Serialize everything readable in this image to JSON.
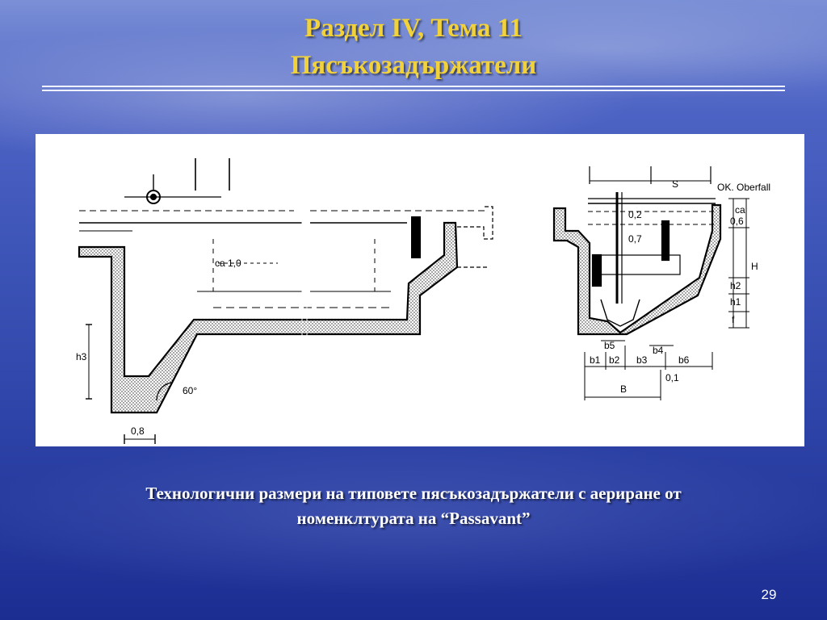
{
  "slide": {
    "title_line1": "Раздел IV, Тема 11",
    "title_line2": "Пясъкозадържатели",
    "caption_line1": "Технологични размери на типовете пясъкозадържатели с аериране от",
    "caption_line2": "номенклтурата на “Passavant”",
    "page_number": "29"
  },
  "figure": {
    "left_labels": {
      "slope": "ca 1,0",
      "height": "h3",
      "angle": "60°",
      "width": "0,8"
    },
    "right_labels": {
      "s": "S",
      "overflow": "OK. Oberfall",
      "d1": "0,2",
      "d2": "0,7",
      "ca": "ca",
      "ca_val": "0,6",
      "H": "H",
      "h2": "h2",
      "h1": "h1",
      "f": "f",
      "b5": "b5",
      "b4": "b4",
      "b1": "b1",
      "b2": "b2",
      "b3": "b3",
      "b6": "b6",
      "d3": "0,1",
      "B": "B"
    }
  }
}
